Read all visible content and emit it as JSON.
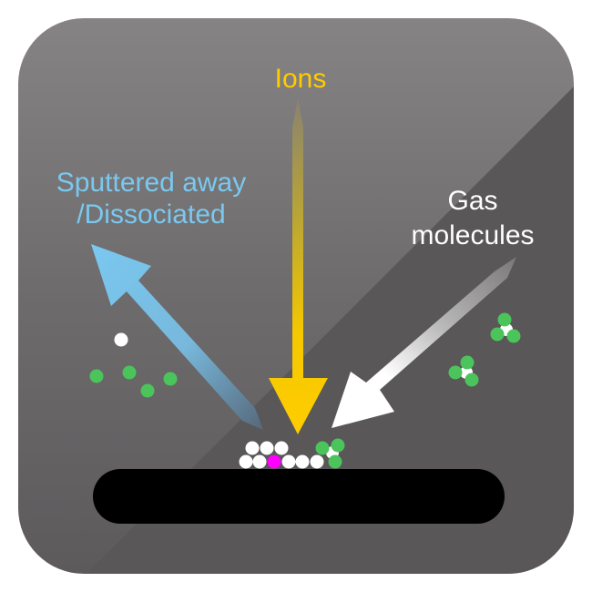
{
  "title": "Ion-assisted surface process",
  "labels": {
    "ions": "Ions",
    "sputtered_line1": "Sputtered away",
    "sputtered_line2": "/Dissociated",
    "gas_line1": "Gas",
    "gas_line2": "molecules"
  },
  "colors": {
    "panel_top": "#828080",
    "panel_bottom": "#5c5a5b",
    "panel_dark": "#555354",
    "ion": "#ffcc00",
    "sputter": "#7ac8f0",
    "gas": "#ffffff",
    "substrate": "#000000",
    "atom_white": "#ffffff",
    "atom_green": "#4cc45c",
    "atom_magenta": "#ff00ff"
  },
  "arrows": [
    {
      "id": "ions",
      "direction": "down",
      "meaning": "incoming ions"
    },
    {
      "id": "sputtered",
      "direction": "up-left",
      "meaning": "sputtered away / dissociated"
    },
    {
      "id": "gas",
      "direction": "down-left",
      "meaning": "incoming gas molecules"
    }
  ],
  "surface_atoms": {
    "top_row": [
      "white",
      "white",
      "white"
    ],
    "bottom_row": [
      "white",
      "white",
      "magenta",
      "white",
      "white",
      "white"
    ],
    "adsorbed_molecule": [
      "green",
      "green",
      "white",
      "green"
    ]
  },
  "free_particles": {
    "sputtered_side": [
      "white",
      "green",
      "green",
      "green",
      "green"
    ],
    "gas_side_molecules": 2
  }
}
